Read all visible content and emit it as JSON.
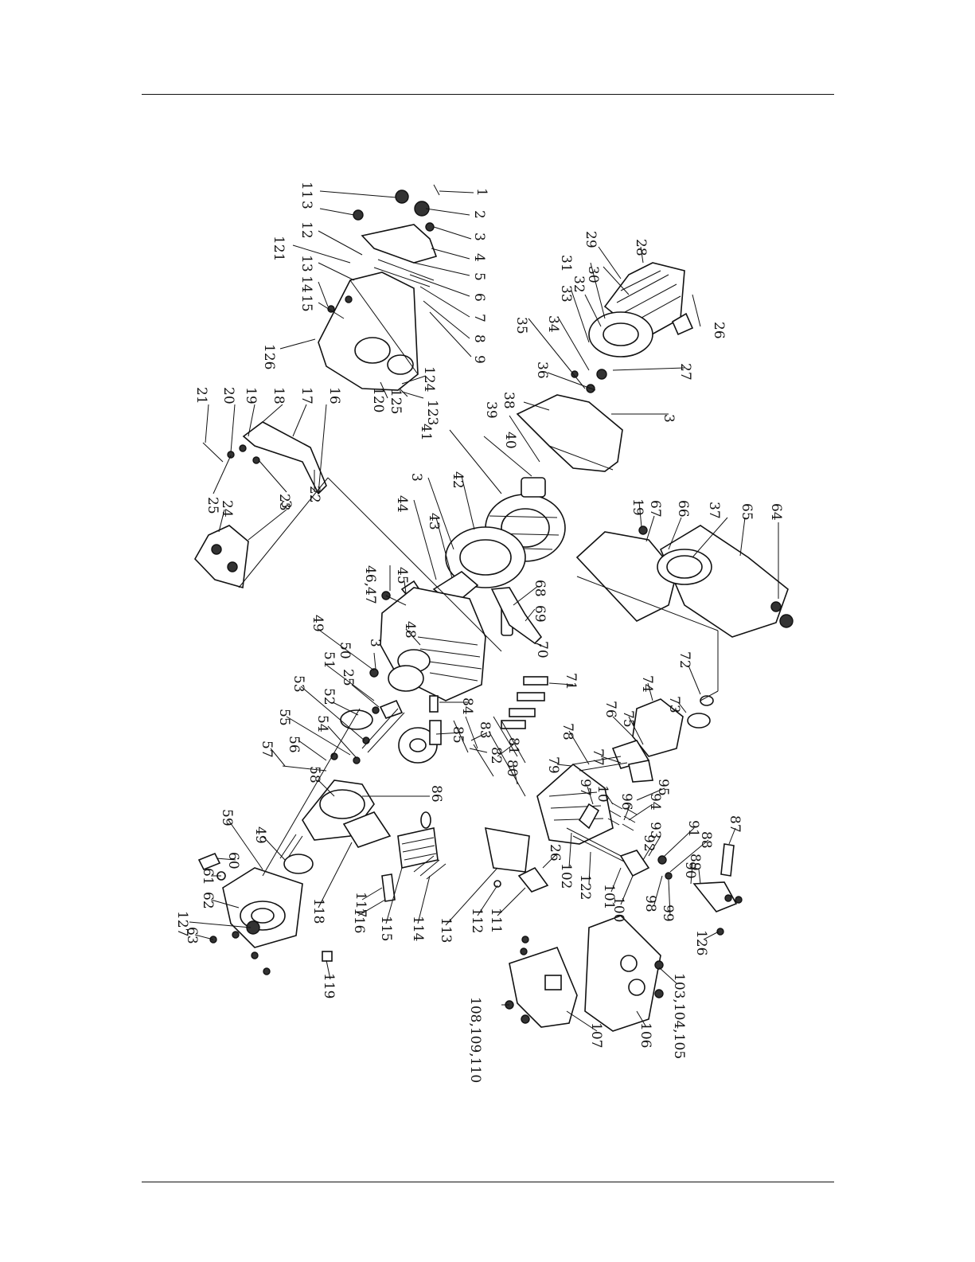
{
  "diagram": {
    "rotation_deg": 90,
    "callouts": [
      {
        "id": "p1",
        "label": "1"
      },
      {
        "id": "p2",
        "label": "2"
      },
      {
        "id": "p3a",
        "label": "3"
      },
      {
        "id": "p4",
        "label": "4"
      },
      {
        "id": "p5",
        "label": "5"
      },
      {
        "id": "p6",
        "label": "6"
      },
      {
        "id": "p7",
        "label": "7"
      },
      {
        "id": "p8",
        "label": "8"
      },
      {
        "id": "p9",
        "label": "9"
      },
      {
        "id": "p11",
        "label": "11"
      },
      {
        "id": "p3b",
        "label": "3"
      },
      {
        "id": "p12",
        "label": "12"
      },
      {
        "id": "p121",
        "label": "121"
      },
      {
        "id": "p13",
        "label": "13"
      },
      {
        "id": "p14",
        "label": "14"
      },
      {
        "id": "p15",
        "label": "15"
      },
      {
        "id": "p126a",
        "label": "126"
      },
      {
        "id": "p124",
        "label": "124"
      },
      {
        "id": "p125",
        "label": "125"
      },
      {
        "id": "p123",
        "label": "123"
      },
      {
        "id": "p120",
        "label": "120"
      },
      {
        "id": "p16",
        "label": "16"
      },
      {
        "id": "p17",
        "label": "17"
      },
      {
        "id": "p18",
        "label": "18"
      },
      {
        "id": "p19a",
        "label": "19"
      },
      {
        "id": "p20",
        "label": "20"
      },
      {
        "id": "p21",
        "label": "21"
      },
      {
        "id": "p22",
        "label": "22"
      },
      {
        "id": "p23",
        "label": "23"
      },
      {
        "id": "p25a",
        "label": "25"
      },
      {
        "id": "p24",
        "label": "24"
      },
      {
        "id": "p3c",
        "label": "3"
      },
      {
        "id": "p29",
        "label": "29"
      },
      {
        "id": "p28",
        "label": "28"
      },
      {
        "id": "p30",
        "label": "30"
      },
      {
        "id": "p31",
        "label": "31"
      },
      {
        "id": "p32",
        "label": "32"
      },
      {
        "id": "p33",
        "label": "33"
      },
      {
        "id": "p34",
        "label": "34"
      },
      {
        "id": "p35",
        "label": "35"
      },
      {
        "id": "p26a",
        "label": "26"
      },
      {
        "id": "p27",
        "label": "27"
      },
      {
        "id": "p36",
        "label": "36"
      },
      {
        "id": "p38",
        "label": "38"
      },
      {
        "id": "p3d",
        "label": "3"
      },
      {
        "id": "p39",
        "label": "39"
      },
      {
        "id": "p40",
        "label": "40"
      },
      {
        "id": "p41",
        "label": "41"
      },
      {
        "id": "p3e",
        "label": "3"
      },
      {
        "id": "p42",
        "label": "42"
      },
      {
        "id": "p44",
        "label": "44"
      },
      {
        "id": "p43",
        "label": "43"
      },
      {
        "id": "p19b",
        "label": "19"
      },
      {
        "id": "p67",
        "label": "67"
      },
      {
        "id": "p66",
        "label": "66"
      },
      {
        "id": "p37",
        "label": "37"
      },
      {
        "id": "p65",
        "label": "65"
      },
      {
        "id": "p64",
        "label": "64"
      },
      {
        "id": "p4647",
        "label": "46,47"
      },
      {
        "id": "p45",
        "label": "45"
      },
      {
        "id": "p68",
        "label": "68"
      },
      {
        "id": "p69",
        "label": "69"
      },
      {
        "id": "p48",
        "label": "48"
      },
      {
        "id": "p49a",
        "label": "49"
      },
      {
        "id": "p3f",
        "label": "3"
      },
      {
        "id": "p50",
        "label": "50"
      },
      {
        "id": "p70",
        "label": "70"
      },
      {
        "id": "p72",
        "label": "72"
      },
      {
        "id": "p71",
        "label": "71"
      },
      {
        "id": "p51",
        "label": "51"
      },
      {
        "id": "p25b",
        "label": "25"
      },
      {
        "id": "p52",
        "label": "52"
      },
      {
        "id": "p53",
        "label": "53"
      },
      {
        "id": "p84",
        "label": "84"
      },
      {
        "id": "p74",
        "label": "74"
      },
      {
        "id": "p73",
        "label": "73"
      },
      {
        "id": "p76",
        "label": "76"
      },
      {
        "id": "p55",
        "label": "55"
      },
      {
        "id": "p54",
        "label": "54"
      },
      {
        "id": "p85",
        "label": "85"
      },
      {
        "id": "p83",
        "label": "83"
      },
      {
        "id": "p78",
        "label": "78"
      },
      {
        "id": "p75",
        "label": "75"
      },
      {
        "id": "p56",
        "label": "56"
      },
      {
        "id": "p57",
        "label": "57"
      },
      {
        "id": "p82",
        "label": "82"
      },
      {
        "id": "p81",
        "label": "81"
      },
      {
        "id": "p77",
        "label": "77"
      },
      {
        "id": "p80",
        "label": "80"
      },
      {
        "id": "p79",
        "label": "79"
      },
      {
        "id": "p95",
        "label": "95"
      },
      {
        "id": "p94",
        "label": "94"
      },
      {
        "id": "p58",
        "label": "58"
      },
      {
        "id": "p86",
        "label": "86"
      },
      {
        "id": "p97",
        "label": "97"
      },
      {
        "id": "p10",
        "label": "10"
      },
      {
        "id": "p96",
        "label": "96"
      },
      {
        "id": "p93",
        "label": "93"
      },
      {
        "id": "p92",
        "label": "92"
      },
      {
        "id": "p91",
        "label": "91"
      },
      {
        "id": "p88",
        "label": "88"
      },
      {
        "id": "p87",
        "label": "87"
      },
      {
        "id": "p89",
        "label": "89"
      },
      {
        "id": "p90",
        "label": "90"
      },
      {
        "id": "p59",
        "label": "59"
      },
      {
        "id": "p49b",
        "label": "49"
      },
      {
        "id": "p60",
        "label": "60"
      },
      {
        "id": "p26b",
        "label": "26"
      },
      {
        "id": "p102",
        "label": "102"
      },
      {
        "id": "p122",
        "label": "122"
      },
      {
        "id": "p101",
        "label": "101"
      },
      {
        "id": "p100",
        "label": "100"
      },
      {
        "id": "p61",
        "label": "61"
      },
      {
        "id": "p62",
        "label": "62"
      },
      {
        "id": "p127",
        "label": "127"
      },
      {
        "id": "p63",
        "label": "63"
      },
      {
        "id": "p117",
        "label": "117"
      },
      {
        "id": "p98",
        "label": "98"
      },
      {
        "id": "p99",
        "label": "99"
      },
      {
        "id": "p126b",
        "label": "126"
      },
      {
        "id": "p118",
        "label": "118"
      },
      {
        "id": "p116",
        "label": "116"
      },
      {
        "id": "p115",
        "label": "115"
      },
      {
        "id": "p114",
        "label": "114"
      },
      {
        "id": "p113",
        "label": "113"
      },
      {
        "id": "p112",
        "label": "112"
      },
      {
        "id": "p111",
        "label": "111"
      },
      {
        "id": "p119",
        "label": "119"
      },
      {
        "id": "p103",
        "label": "103,104,105"
      },
      {
        "id": "p106",
        "label": "106"
      },
      {
        "id": "p107",
        "label": "107"
      },
      {
        "id": "p108",
        "label": "108,109,110"
      }
    ]
  }
}
